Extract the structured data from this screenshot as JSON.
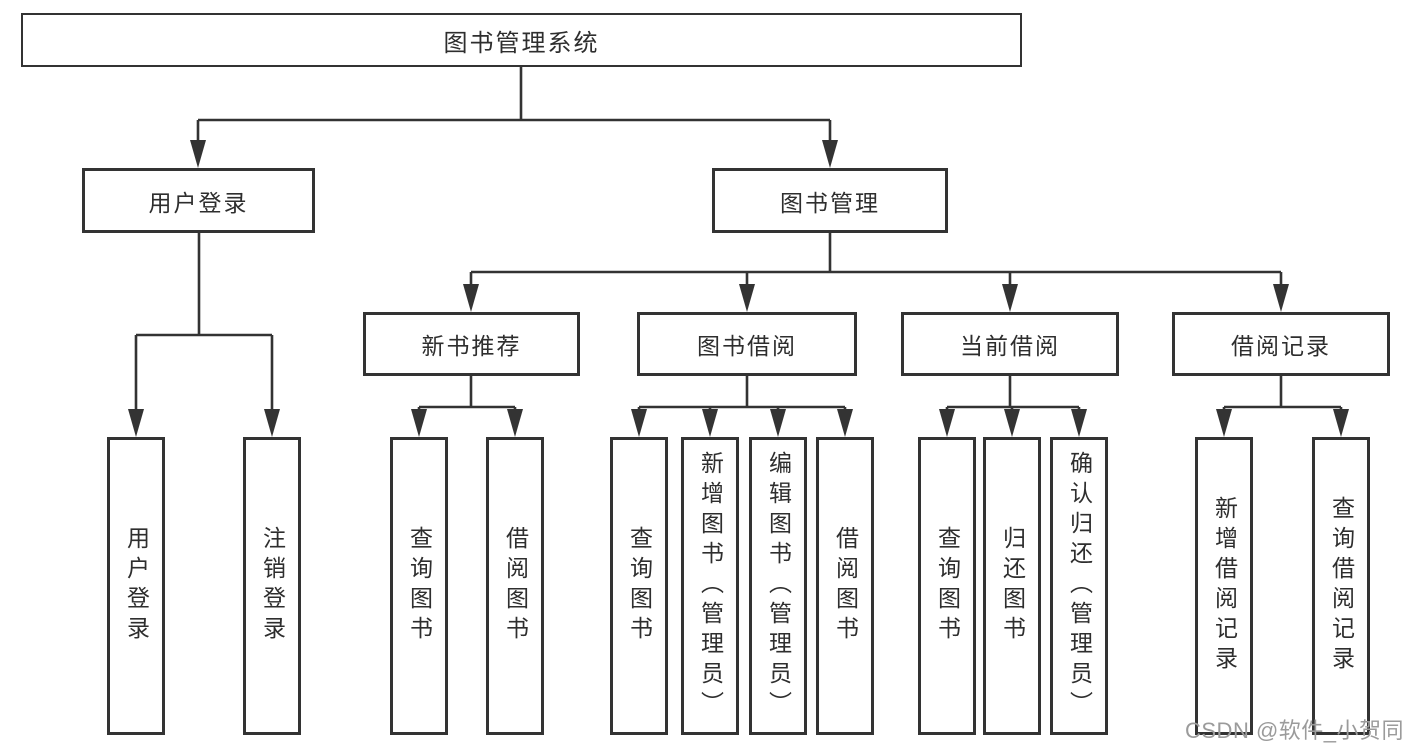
{
  "tree": {
    "root": "图书管理系统",
    "children": [
      {
        "label": "用户登录",
        "children": [
          {
            "label": "用户登录"
          },
          {
            "label": "注销登录"
          }
        ]
      },
      {
        "label": "图书管理",
        "children": [
          {
            "label": "新书推荐",
            "children": [
              {
                "label": "查询图书"
              },
              {
                "label": "借阅图书"
              }
            ]
          },
          {
            "label": "图书借阅",
            "children": [
              {
                "label": "查询图书"
              },
              {
                "label": "新增图书（管理员）"
              },
              {
                "label": "编辑图书（管理员）"
              },
              {
                "label": "借阅图书"
              }
            ]
          },
          {
            "label": "当前借阅",
            "children": [
              {
                "label": "查询图书"
              },
              {
                "label": "归还图书"
              },
              {
                "label": "确认归还（管理员）"
              }
            ]
          },
          {
            "label": "借阅记录",
            "children": [
              {
                "label": "新增借阅记录"
              },
              {
                "label": "查询借阅记录"
              }
            ]
          }
        ]
      }
    ]
  },
  "watermark": {
    "text": "CSDN @软件_小贺同学"
  },
  "colors": {
    "line": "#333333",
    "box_border": "#333333",
    "box_fill": "#ffffff",
    "text": "#2e2e2e",
    "watermark": "#9b9b9b",
    "background": "#ffffff"
  }
}
